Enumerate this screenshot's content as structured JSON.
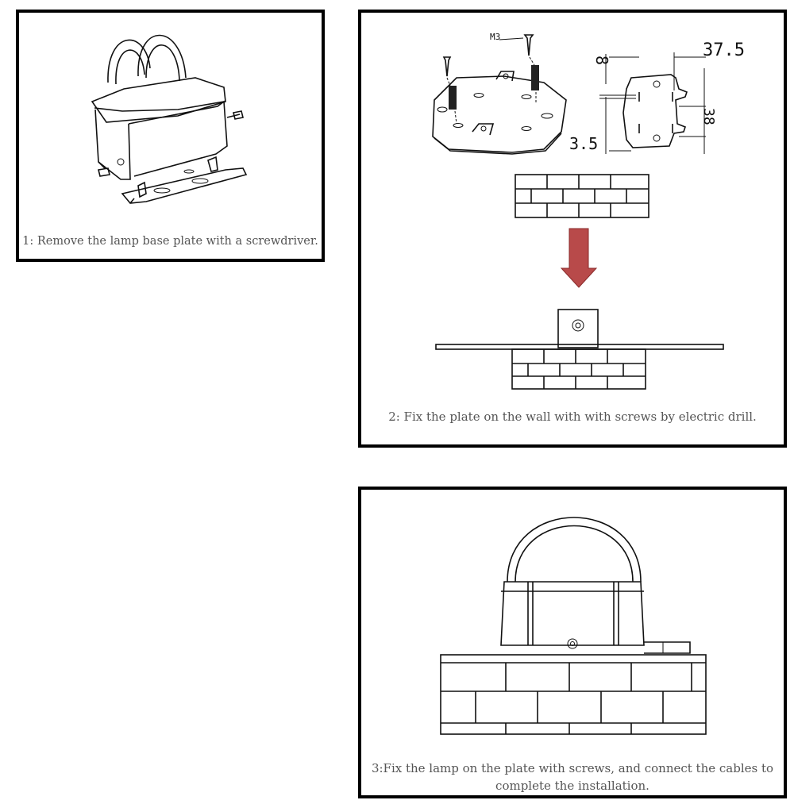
{
  "steps": [
    {
      "caption": "1:  Remove the lamp base plate with a screwdriver."
    },
    {
      "caption": "2: Fix the plate on the wall with with screws by electric drill."
    },
    {
      "caption": "3:Fix the lamp on the plate with screws, and connect the cables to complete the installation."
    }
  ],
  "dimensions": {
    "screw": "M3",
    "d1": "8",
    "d2": "37.5",
    "d3": "38",
    "d4": "3.5"
  },
  "colors": {
    "arrow": "#b84a4a",
    "border": "#000000",
    "caption": "#555555"
  }
}
